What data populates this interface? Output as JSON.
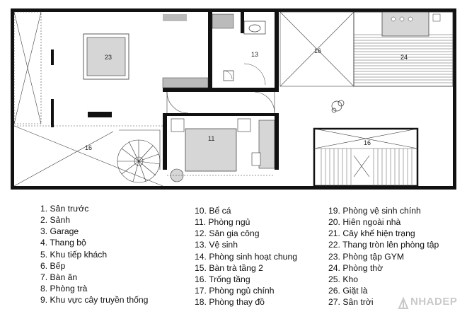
{
  "plan": {
    "rooms": [
      {
        "id": "garage",
        "label": "23"
      },
      {
        "id": "bath",
        "label": "13"
      },
      {
        "id": "void-top",
        "label": "16"
      },
      {
        "id": "altar",
        "label": "24"
      },
      {
        "id": "bedroom",
        "label": "11"
      },
      {
        "id": "void-left",
        "label": "16"
      },
      {
        "id": "void-right",
        "label": "16"
      }
    ]
  },
  "legend": {
    "col1": [
      "1. Sân trước",
      "2. Sảnh",
      "3. Garage",
      "4. Thang bộ",
      "5. Khu tiếp khách",
      "6. Bếp",
      "7. Bàn ăn",
      "8. Phòng trà",
      "9. Khu vực cây truyền thống"
    ],
    "col2": [
      "10. Bể cá",
      "11. Phòng ngủ",
      "12. Sân gia công",
      "13. Vệ sinh",
      "14. Phòng sinh hoạt chung",
      "15. Bàn trà tầng 2",
      "16. Trống tầng",
      "17. Phòng ngủ chính",
      "18. Phòng thay đồ"
    ],
    "col3": [
      "19. Phòng vệ sinh chính",
      "20. Hiên ngoài nhà",
      "21. Cây khế hiện trạng",
      "22. Thang tròn lên phòng tập",
      "23. Phòng tập GYM",
      "24. Phòng thờ",
      "25. Kho",
      "26. Giặt là",
      "27. Sân trời"
    ]
  },
  "watermark": {
    "text": "NHADEP"
  }
}
